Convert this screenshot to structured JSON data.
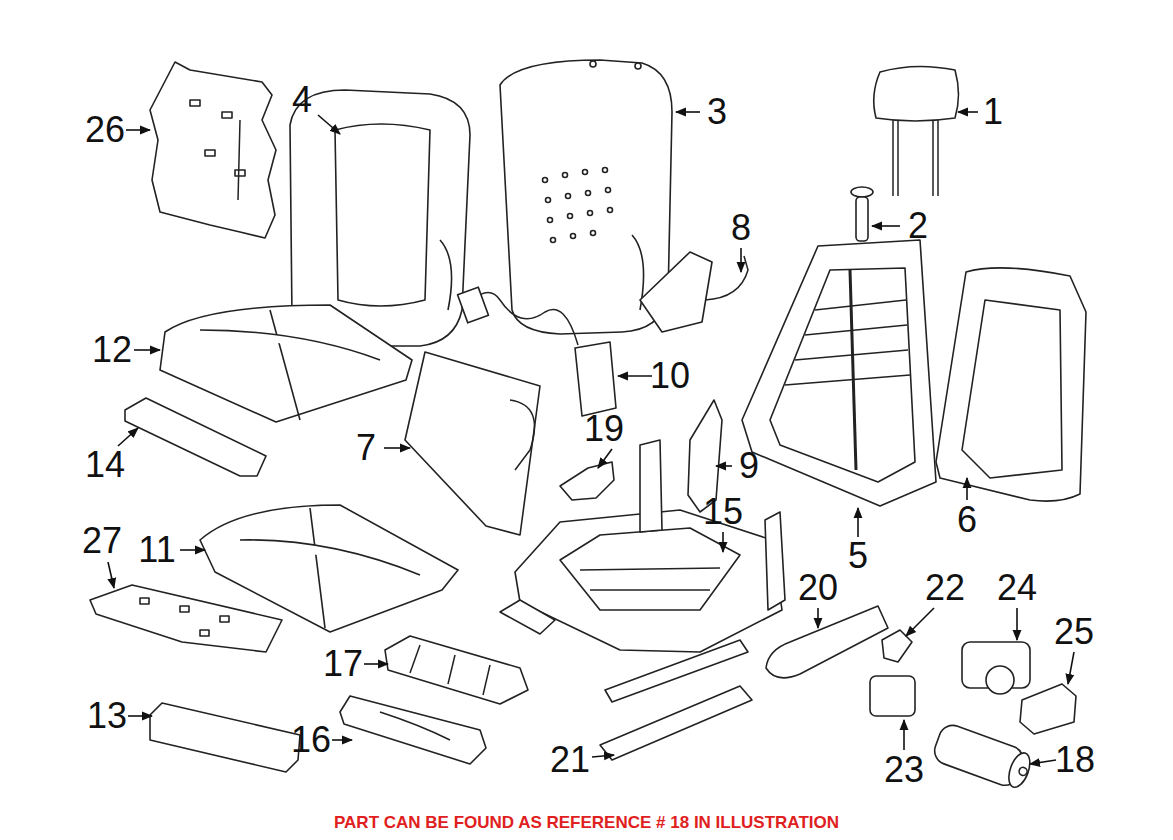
{
  "diagram": {
    "caption": "PART CAN BE FOUND AS REFERENCE # 18 IN ILLUSTRATION",
    "labels": [
      "26",
      "4",
      "3",
      "1",
      "2",
      "8",
      "12",
      "10",
      "14",
      "7",
      "19",
      "9",
      "15",
      "5",
      "6",
      "27",
      "11",
      "20",
      "22",
      "24",
      "25",
      "17",
      "13",
      "16",
      "21",
      "23",
      "18"
    ]
  }
}
